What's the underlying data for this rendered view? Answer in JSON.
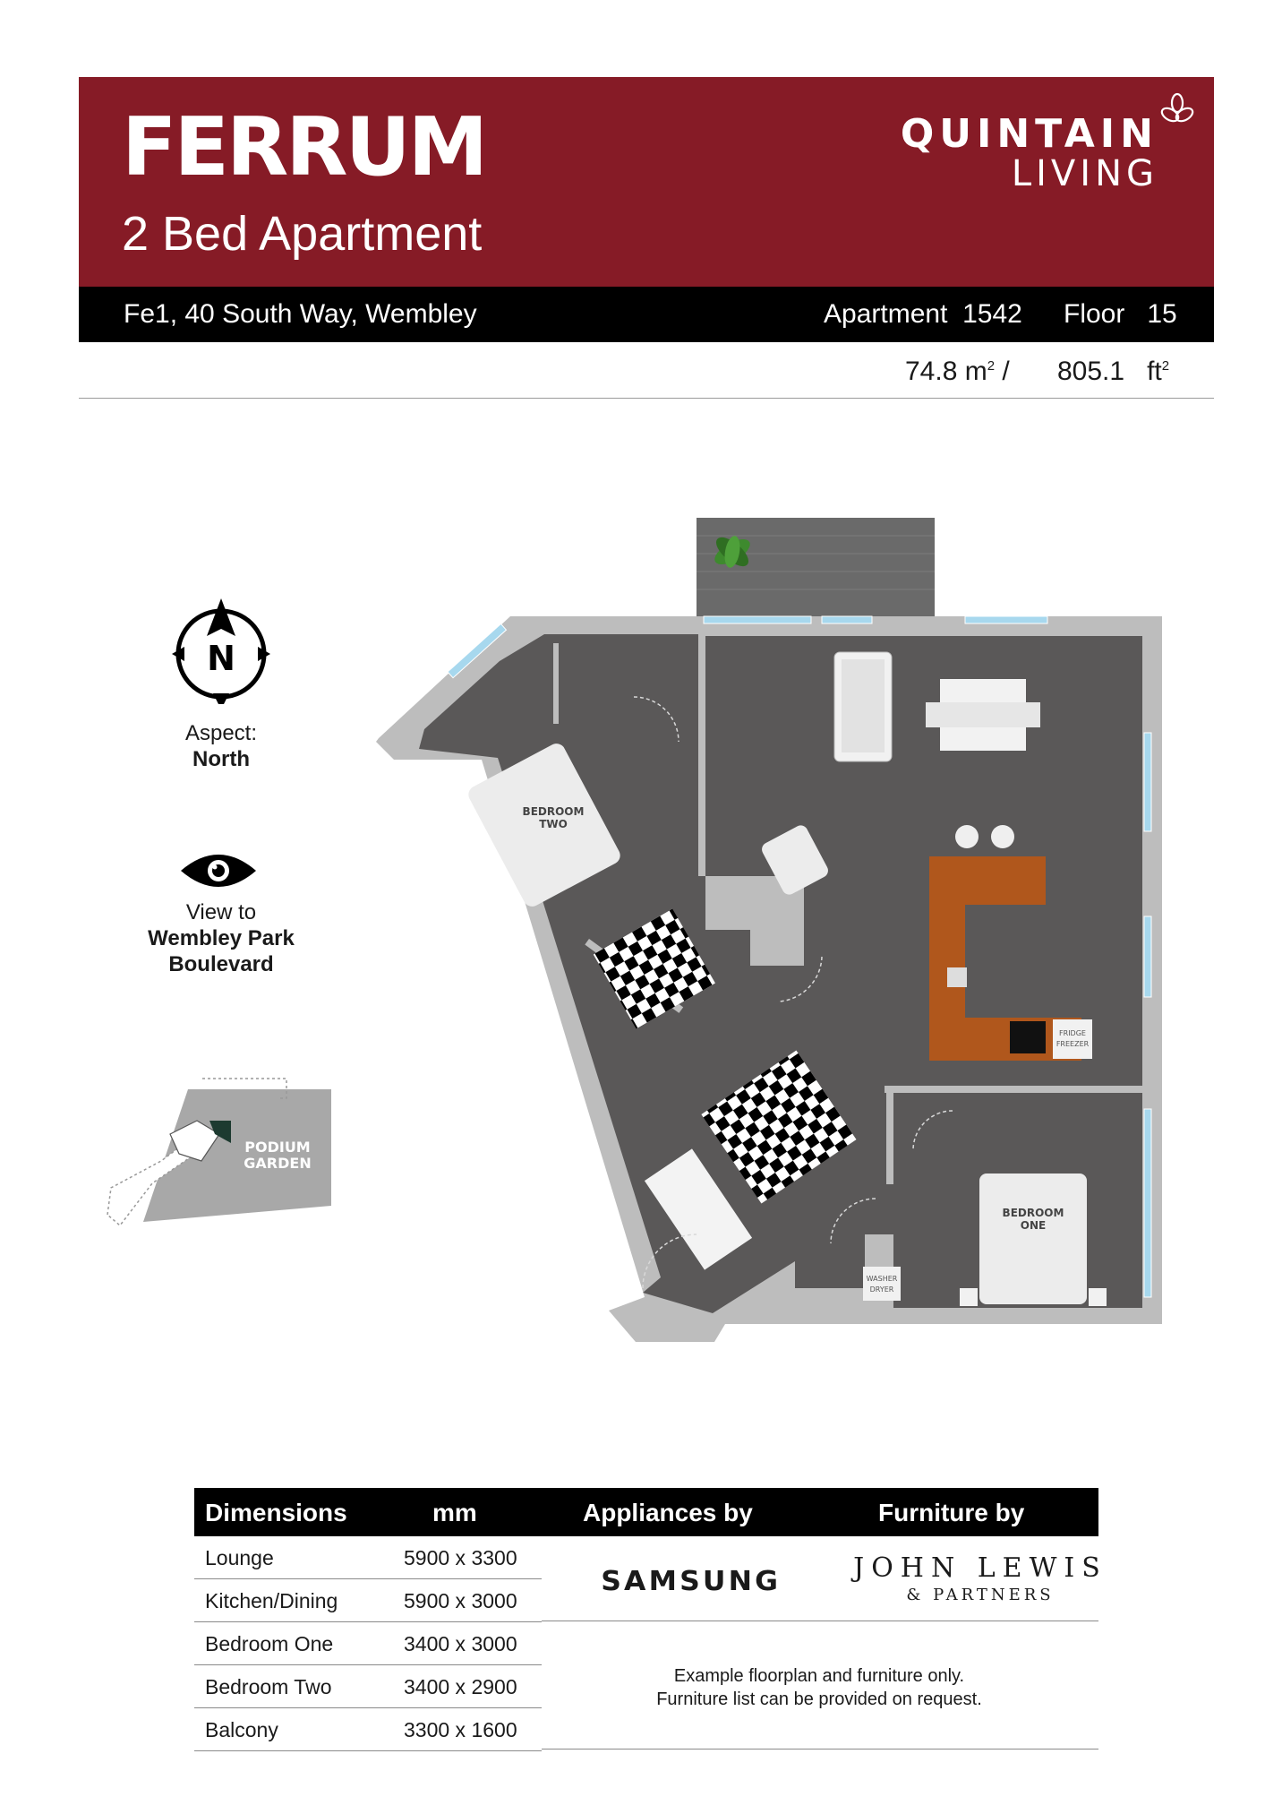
{
  "header": {
    "title": "FERRUM",
    "subtitle": "2 Bed Apartment",
    "brand_line1": "QUINTAIN",
    "brand_line2": "LIVING",
    "address": "Fe1, 40 South Way, Wembley",
    "apartment_label": "Apartment",
    "apartment_number": "1542",
    "floor_label": "Floor",
    "floor_number": "15",
    "area_m2": "74.8",
    "area_m2_unit": "m",
    "area_sep": "/",
    "area_ft2": "805.1",
    "area_ft2_unit": "ft",
    "area_exp": "2"
  },
  "sidebar": {
    "compass_letter": "N",
    "aspect_label": "Aspect:",
    "aspect_value": "North",
    "view_label": "View to",
    "view_value_line1": "Wembley Park",
    "view_value_line2": "Boulevard",
    "location_label_line1": "PODIUM",
    "location_label_line2": "GARDEN"
  },
  "floorplan": {
    "bedroom_two_line1": "BEDROOM",
    "bedroom_two_line2": "TWO",
    "bedroom_one_line1": "BEDROOM",
    "bedroom_one_line2": "ONE",
    "fridge_line1": "FRIDGE",
    "fridge_line2": "FREEZER",
    "washer_line1": "WASHER",
    "washer_line2": "DRYER"
  },
  "table": {
    "headers": [
      "Dimensions",
      "mm",
      "Appliances by",
      "Furniture by"
    ],
    "rows": [
      {
        "name": "Lounge",
        "value": "5900 x 3300"
      },
      {
        "name": "Kitchen/Dining",
        "value": "5900 x 3000"
      },
      {
        "name": "Bedroom One",
        "value": "3400 x 3000"
      },
      {
        "name": "Bedroom Two",
        "value": "3400 x 2900"
      },
      {
        "name": "Balcony",
        "value": "3300 x 1600"
      }
    ],
    "appliances_brand": "SAMSUNG",
    "furniture_brand_line1": "JOHN LEWIS",
    "furniture_brand_line2": "& PARTNERS",
    "note_line1": "Example floorplan and furniture only.",
    "note_line2": "Furniture list can be provided on request."
  },
  "colors": {
    "banner": "#861b26",
    "bar": "#000000",
    "floor": "#5a5858",
    "wall": "#bfbfbf",
    "window": "#9fd3ea",
    "kitchen": "#b0571c"
  }
}
